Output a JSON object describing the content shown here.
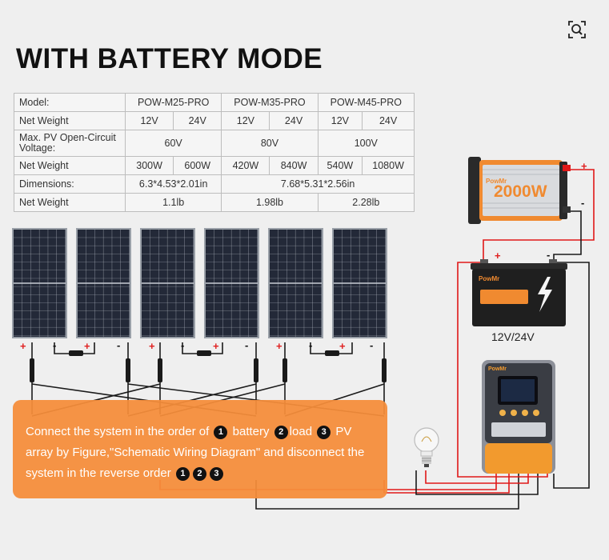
{
  "title": "WITH BATTERY MODE",
  "zoom_icon": "zoom-icon",
  "table": {
    "header": {
      "label": "Model:",
      "models": [
        "POW-M25-PRO",
        "POW-M35-PRO",
        "POW-M45-PRO"
      ]
    },
    "rows": [
      {
        "label": "Net Weight",
        "cells": [
          "12V",
          "24V",
          "12V",
          "24V",
          "12V",
          "24V"
        ]
      },
      {
        "label": "Max. PV Open-Circuit Voltage:",
        "cells": [
          "60V",
          "80V",
          "100V"
        ]
      },
      {
        "label": "Net Weight",
        "cells": [
          "300W",
          "600W",
          "420W",
          "840W",
          "540W",
          "1080W"
        ]
      },
      {
        "label": "Dimensions:",
        "cells": [
          "6.3*4.53*2.01in",
          "7.68*5.31*2.56in"
        ]
      },
      {
        "label": "Net Weight",
        "cells": [
          "1.1lb",
          "1.98lb",
          "2.28lb"
        ]
      }
    ]
  },
  "panel_signs": {
    "plus": "+",
    "minus": "-"
  },
  "instructions": {
    "part1": "Connect the system in the order of",
    "n1": "1",
    "word_battery": "battery",
    "n2": "2",
    "word_load": "load",
    "n3": "3",
    "part2": "PV array by Figure,\"Schematic Wiring Diagram\" and disconnect the system in the reverse order",
    "r1": "1",
    "r2": "2",
    "r3": "3"
  },
  "inverter": {
    "brand": "PowMr",
    "rating": "2000W",
    "plus": "+",
    "minus": "-"
  },
  "battery": {
    "brand": "PowMr",
    "label": "12V/24V",
    "plus": "+",
    "minus": "-"
  },
  "controller": {
    "brand": "PowMr"
  },
  "colors": {
    "accent": "#f58d3a",
    "wire_red": "#e01818",
    "wire_black": "#1a1a1a",
    "panel": "#1e2330"
  }
}
